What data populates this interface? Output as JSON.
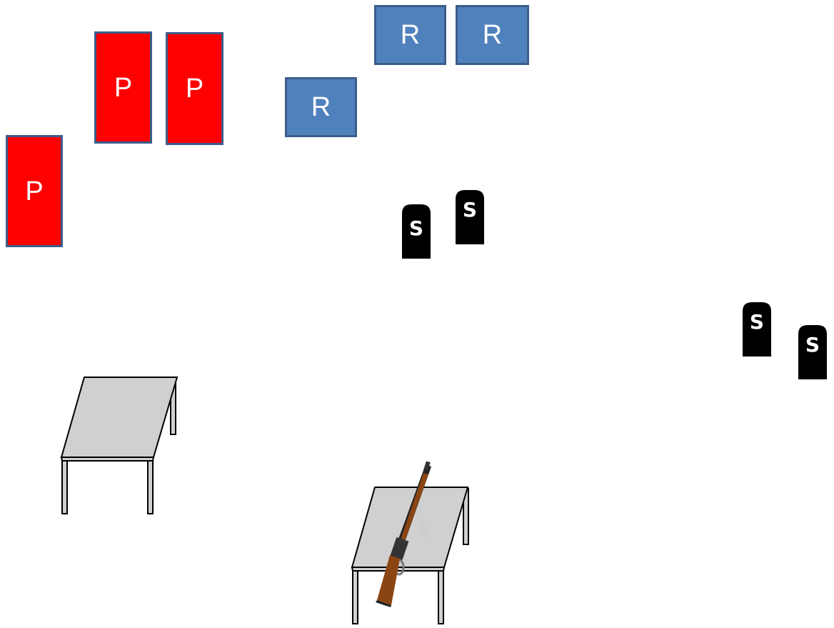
{
  "stage": {
    "poppers": [
      {
        "label": "P"
      },
      {
        "label": "P"
      },
      {
        "label": "P"
      }
    ],
    "rect_targets": [
      {
        "label": "R"
      },
      {
        "label": "R"
      },
      {
        "label": "R"
      }
    ],
    "steel_targets": [
      {
        "label": "S"
      },
      {
        "label": "S"
      },
      {
        "label": "S"
      },
      {
        "label": "S"
      }
    ],
    "tables": [
      {
        "name": "empty-table"
      },
      {
        "name": "rifle-table"
      }
    ],
    "colors": {
      "popper": "#ff0000",
      "rect_target": "#4f81bd",
      "target_border": "#3b5d8a",
      "steel": "#000000",
      "table_top": "#d0d0d0",
      "rifle_stock": "#8b4513"
    },
    "icons": {
      "steel": "steel-plate-icon",
      "rifle": "lever-action-rifle-icon"
    }
  }
}
